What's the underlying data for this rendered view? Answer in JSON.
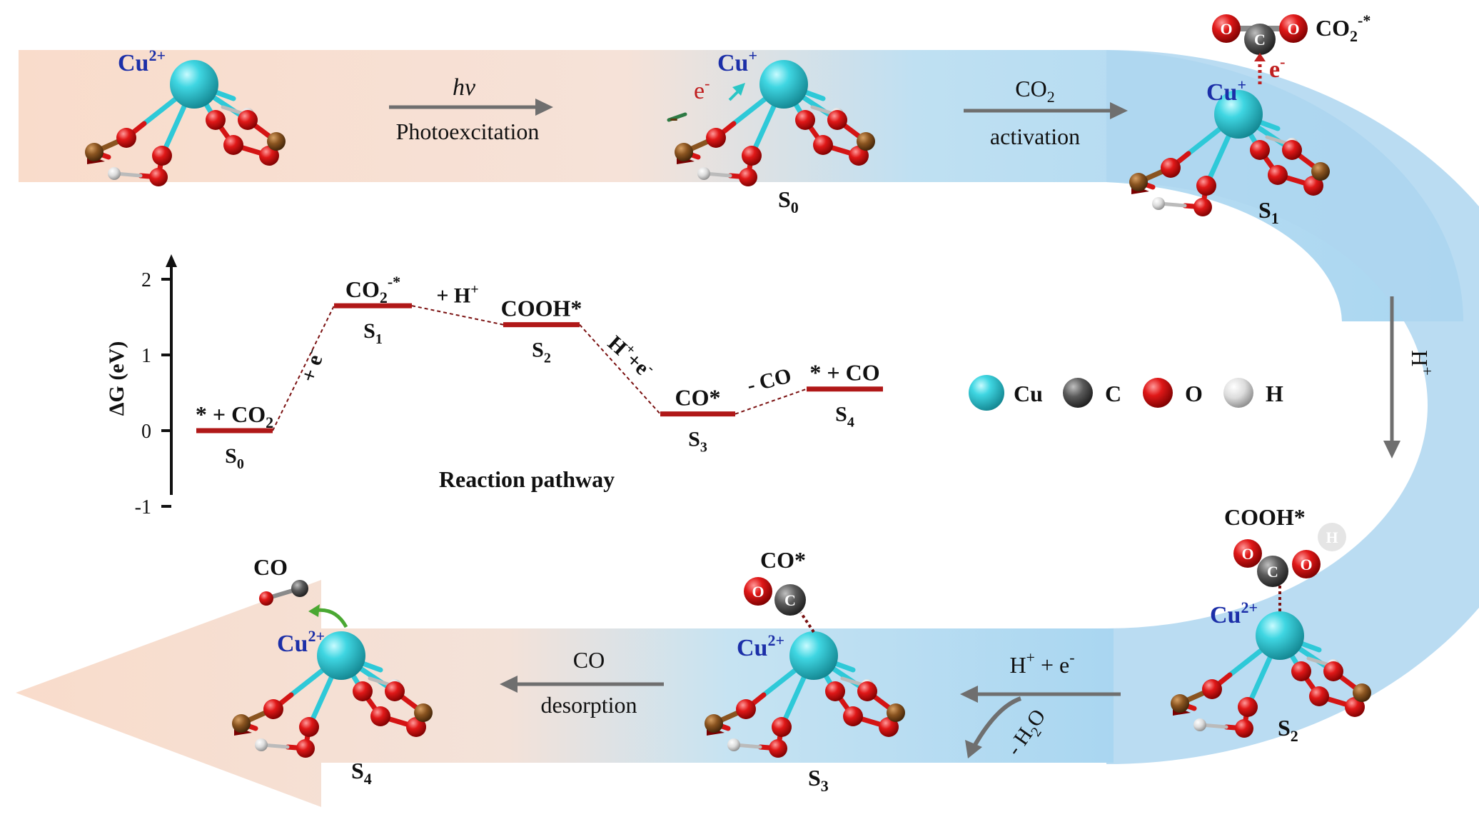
{
  "cycle": {
    "top_left_ion": "Cu",
    "top_left_charge": "2+",
    "step1_label_italic": "hv",
    "step1_label": "Photoexcitation",
    "s0_ion": "Cu",
    "s0_ion_charge": "+",
    "s0_electron": "e",
    "s0_electron_sup": "-",
    "s0_minus": "-",
    "s0_name": "S",
    "s0_sub": "0",
    "step2_label_1": "CO",
    "step2_label_1_sub": "2",
    "step2_label_2": "activation",
    "s1_ion": "Cu",
    "s1_ion_charge": "+",
    "s1_adsorbate": "CO",
    "s1_adsorbate_sub": "2",
    "s1_adsorbate_sup": "-*",
    "s1_electron": "e",
    "s1_electron_sup": "-",
    "s1_name": "S",
    "s1_sub": "1",
    "step3_label": "H",
    "step3_label_sup": "+",
    "s2_adsorbate": "COOH*",
    "s2_ion": "Cu",
    "s2_ion_charge": "2+",
    "s2_name": "S",
    "s2_sub": "2",
    "step4_label": "H",
    "step4_label_sup": "+",
    "step4_label_rest": " + e",
    "step4_label_sup2": "-",
    "step4_sub_label": "- H",
    "step4_sub_label_sub": "2",
    "step4_sub_label_rest": "O",
    "s3_adsorbate": "CO*",
    "s3_ion": "Cu",
    "s3_ion_charge": "2+",
    "s3_name": "S",
    "s3_sub": "3",
    "step5_label_1": "CO",
    "step5_label_2": "desorption",
    "s4_product": "CO",
    "s4_ion": "Cu",
    "s4_ion_charge": "2+",
    "s4_name": "S",
    "s4_sub": "4",
    "atom_letters": {
      "o": "O",
      "c": "C",
      "h": "H"
    }
  },
  "legend": {
    "items": [
      {
        "label": "Cu",
        "color": "#2ec9d8"
      },
      {
        "label": "C",
        "color": "#4a4a4a"
      },
      {
        "label": "O",
        "color": "#d41414"
      },
      {
        "label": "H",
        "color": "#d8d8d8"
      }
    ]
  },
  "energy_diagram": {
    "ylabel": "ΔG (eV)",
    "xlabel": "Reaction pathway",
    "y_ticks": [
      "2",
      "1",
      "0",
      "-1"
    ],
    "ylim": [
      -1,
      2.4
    ],
    "level_color": "#b01818",
    "levels": [
      {
        "id": "S0",
        "name": "S",
        "sub": "0",
        "species": "* + CO",
        "species_sub": "2",
        "energy": 0.0
      },
      {
        "id": "S1",
        "name": "S",
        "sub": "1",
        "species": "CO",
        "species_sub": "2",
        "species_sup": "-*",
        "energy": 1.65
      },
      {
        "id": "S2",
        "name": "S",
        "sub": "2",
        "species": "COOH*",
        "energy": 1.4
      },
      {
        "id": "S3",
        "name": "S",
        "sub": "3",
        "species": "CO*",
        "energy": 0.22
      },
      {
        "id": "S4",
        "name": "S",
        "sub": "4",
        "species": "* + CO",
        "energy": 0.55
      }
    ],
    "steps": [
      {
        "label": "+ e",
        "label_sup": "-"
      },
      {
        "label": "+ H",
        "label_sup": "+"
      },
      {
        "label": "H",
        "label_sup": "+",
        "label_rest": "+e",
        "label_sup2": "-"
      },
      {
        "label": "- CO"
      }
    ]
  },
  "colors": {
    "band_peach": "#f9dccb",
    "band_blue": "#a9d6f1",
    "band_blue_dark": "#8fc3ea",
    "arrow_gray": "#6f6f6f",
    "label_blue": "#1c2fa8",
    "electron_red": "#c02020",
    "arrow_cyan": "#2ac6c6",
    "arrow_green": "#4aa832"
  }
}
